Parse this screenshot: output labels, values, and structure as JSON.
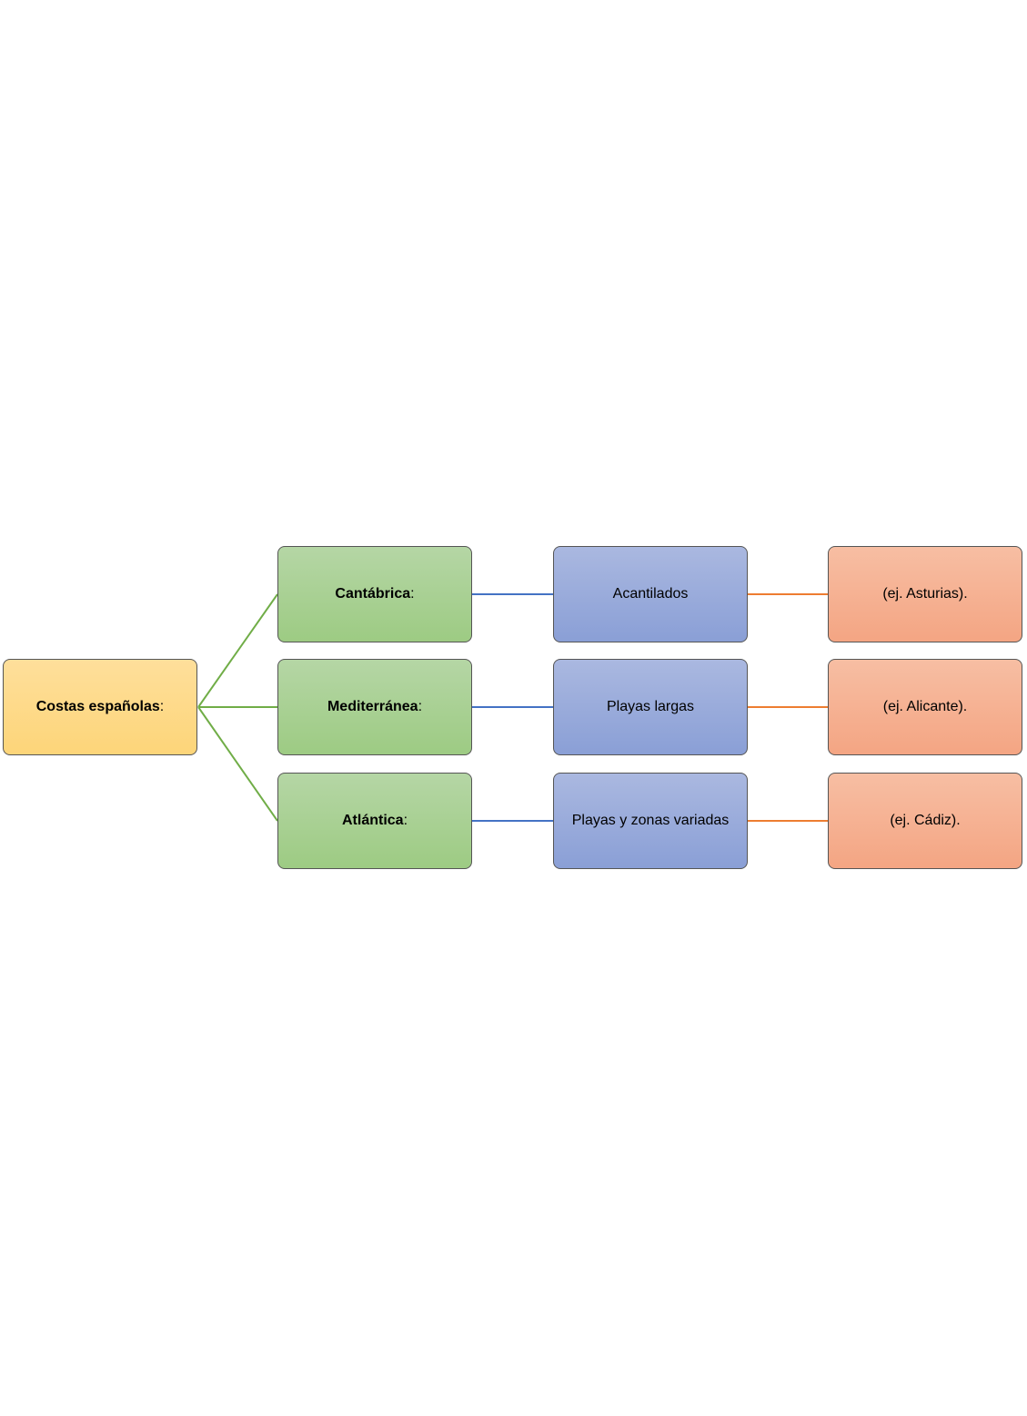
{
  "root": {
    "name": "Costas españolas",
    "suffix": ":"
  },
  "coasts": [
    {
      "name": "Cantábrica",
      "suffix": ":",
      "feature": "Acantilados",
      "example": "(ej. Asturias)."
    },
    {
      "name": "Mediterránea",
      "suffix": ":",
      "feature": "Playas largas",
      "example": "(ej. Alicante)."
    },
    {
      "name": "Atlántica",
      "suffix": ":",
      "feature": "Playas y zonas variadas",
      "example": "(ej. Cádiz)."
    }
  ],
  "colors": {
    "root_fill": "#fdd579",
    "coast_fill": "#9dcb83",
    "feature_fill": "#8a9fd6",
    "example_fill": "#f4a583",
    "root_connector": "#70ad47",
    "feature_connector": "#4472c4",
    "example_connector": "#ed7d31"
  }
}
